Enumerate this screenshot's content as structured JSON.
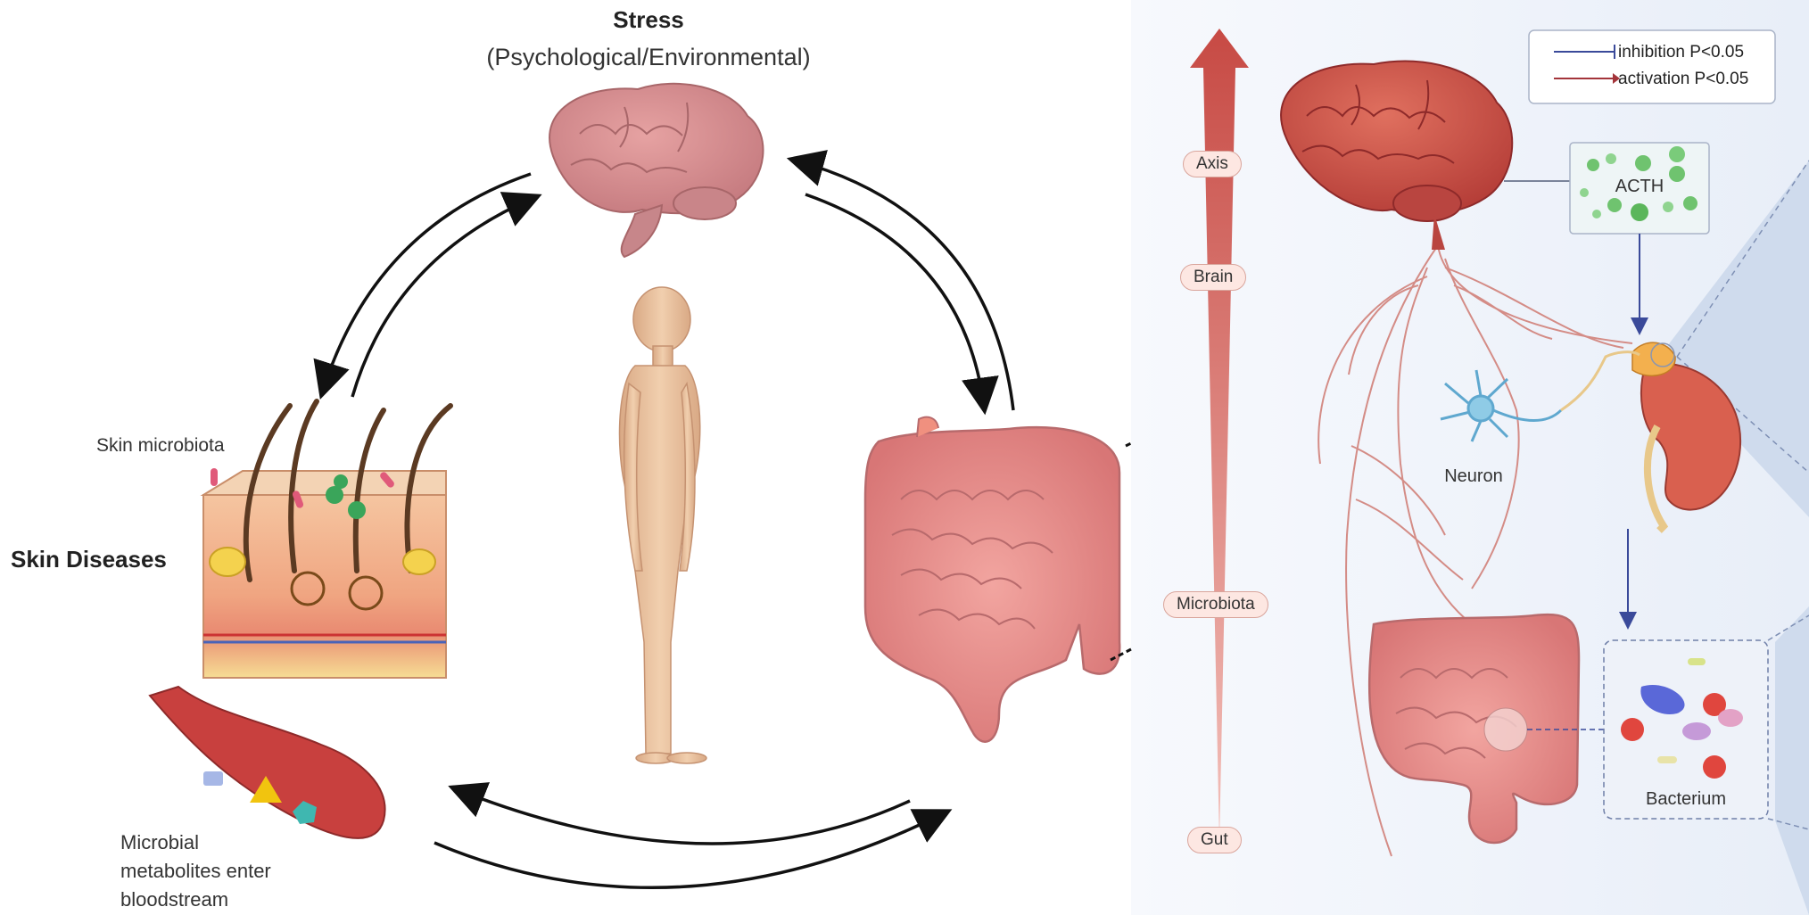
{
  "left_panel": {
    "stress_title": "Stress",
    "stress_subtitle": "(Psychological/Environmental)",
    "skin_microbiota_label": "Skin microbiota",
    "skin_diseases_label": "Skin Diseases",
    "metabolites_label_line1": "Microbial",
    "metabolites_label_line2": "metabolites enter",
    "metabolites_label_line3": "bloodstream"
  },
  "axis_bar": {
    "labels": [
      "Axis",
      "Brain",
      "Microbiota",
      "Gut"
    ]
  },
  "right_panel": {
    "legend": {
      "inhibition": "inhibition  P<0.05",
      "activation": "activation  P<0.05"
    },
    "acth_label": "ACTH",
    "neuron_label": "Neuron",
    "bacterium_label": "Bacterium"
  },
  "colors": {
    "arrow_gradient_top": "#c74a44",
    "arrow_gradient_bottom": "#f3c1bb",
    "inhibition_line": "#3a4a9a",
    "activation_line": "#a3343a",
    "right_panel_bg": "#eef3fb"
  }
}
